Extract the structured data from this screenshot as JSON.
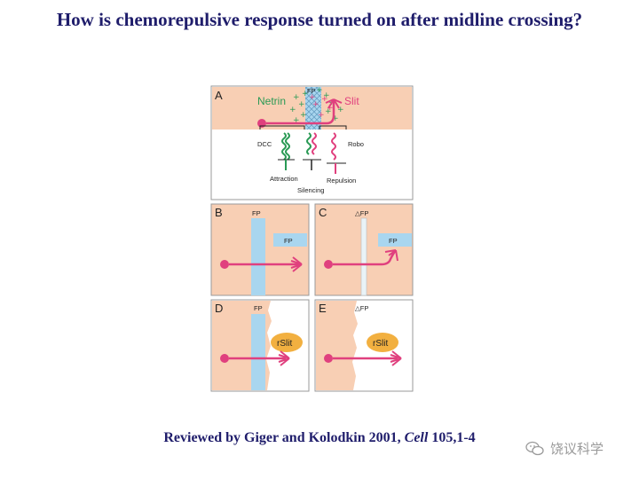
{
  "slide": {
    "title": "How is chemorepulsive response turned on after midline crossing?",
    "citation": {
      "authors": "Reviewed by Giger and Kolodkin 2001, ",
      "journal": "Cell",
      "ref": " 105,1-4"
    },
    "watermark": "饶议科学"
  },
  "figure": {
    "panelA": {
      "letter": "A",
      "netrin": "Netrin",
      "fp": "FP",
      "slit": "Slit",
      "dcc": "DCC",
      "robo": "Robo",
      "attraction": "Attraction",
      "repulsion": "Repulsion",
      "silencing": "Silencing"
    },
    "panelB": {
      "letter": "B",
      "fp_top": "FP",
      "fp_box": "FP"
    },
    "panelC": {
      "letter": "C",
      "fp_top": "△FP",
      "fp_box": "FP"
    },
    "panelD": {
      "letter": "D",
      "fp_top": "FP",
      "slit": "rSlit"
    },
    "panelE": {
      "letter": "E",
      "fp_top": "△FP",
      "slit": "rSlit"
    }
  },
  "colors": {
    "title": "#1f1d6b",
    "tissue": "#f8cfb4",
    "floorplate": "#a9d6ef",
    "axon": "#e0407e",
    "netrin": "#2a9a55",
    "slit_bubble": "#f2b040"
  }
}
